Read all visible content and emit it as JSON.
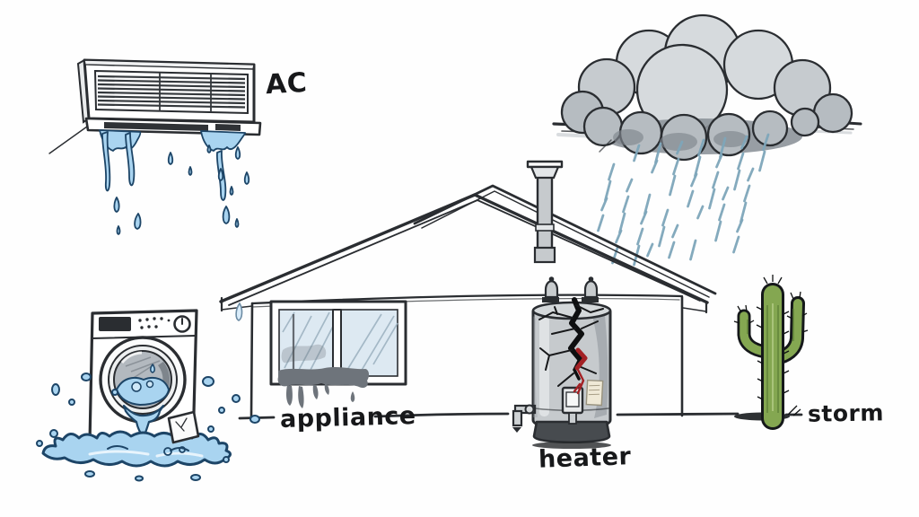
{
  "scene": {
    "background": "#fefefe",
    "labels": {
      "ac": "AC",
      "appliance": "appliance",
      "heater": "heater",
      "storm": "storm"
    },
    "illustrations": [
      {
        "name": "ac-unit-dripping",
        "caption_key": "ac"
      },
      {
        "name": "overflowing-washing-machine",
        "caption_key": "appliance"
      },
      {
        "name": "house-with-stained-window"
      },
      {
        "name": "cracked-water-heater",
        "caption_key": "heater"
      },
      {
        "name": "storm-cloud-with-rain",
        "caption_key": "storm"
      },
      {
        "name": "saguaro-cactus"
      }
    ],
    "palette": {
      "ink": "#2a2d31",
      "water": "#a9d4f0",
      "water_edge": "#1d4567",
      "water_light": "#d9ecfa",
      "cloud_light": "#d6dadd",
      "cloud_mid": "#b6bcc1",
      "cloud_dark": "#8d949a",
      "rain": "#7ea6ba",
      "glass": "#dde9f2",
      "glass_line": "#9db2c1",
      "stain": "#6e747b",
      "metal": "#c6cacd",
      "metal_dark": "#9aa0a5",
      "metal_light": "#e3e6e8",
      "crack_red": "#a32125",
      "cactus": "#84a751",
      "cactus_dark": "#5f8238",
      "cactus_light": "#b3cb84",
      "shadow": "#2e3133"
    }
  }
}
